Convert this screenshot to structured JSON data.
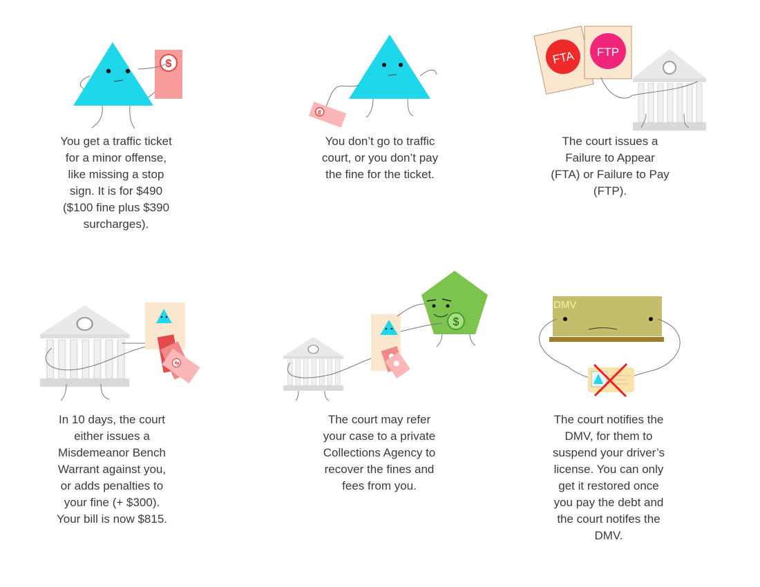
{
  "panels": [
    {
      "id": "ticket",
      "caption": "You get a traffic ticket\nfor a minor offense,\nlike missing a stop\nsign. It is for $490\n($100 fine plus $390\nsurcharges)."
    },
    {
      "id": "no-court",
      "caption": "You don’t go to traffic\ncourt, or you don’t pay\nthe fine for the ticket."
    },
    {
      "id": "fta-ftp",
      "caption": "The court issues a\nFailure to Appear\n(FTA) or Failure to Pay\n(FTP).",
      "badges": [
        "FTA",
        "FTP"
      ]
    },
    {
      "id": "warrant",
      "caption": "In 10 days, the court\neither issues a\nMisdemeanor Bench\nWarrant against you,\nor adds penalties to\nyour fine (+ $300).\nYour bill is now $815."
    },
    {
      "id": "collections",
      "caption": "The court may refer\nyour case to a private\nCollections Agency to\nrecover the fines and\nfees from you."
    },
    {
      "id": "dmv",
      "caption": "The court notifies the\nDMV, for them to\nsuspend your driver’s\nlicense. You can only\nget it restored once\nyou pay the debt and\nthe court notifes the\nDMV.",
      "label": "DMV"
    }
  ],
  "symbols": {
    "dollar": "$"
  },
  "colors": {
    "triangle": "#1fd7ea",
    "bill": "#f79b9b",
    "bill_light": "#fbb7b7",
    "coin": "#ff3b3b",
    "fta": "#ef2a2a",
    "ftp": "#f0257a",
    "paper": "#fbe6d0",
    "court": "#e8e8e8",
    "agency": "#7cc44e",
    "dmv": "#c4bd6b",
    "dmv_shelf": "#a17d2b"
  }
}
